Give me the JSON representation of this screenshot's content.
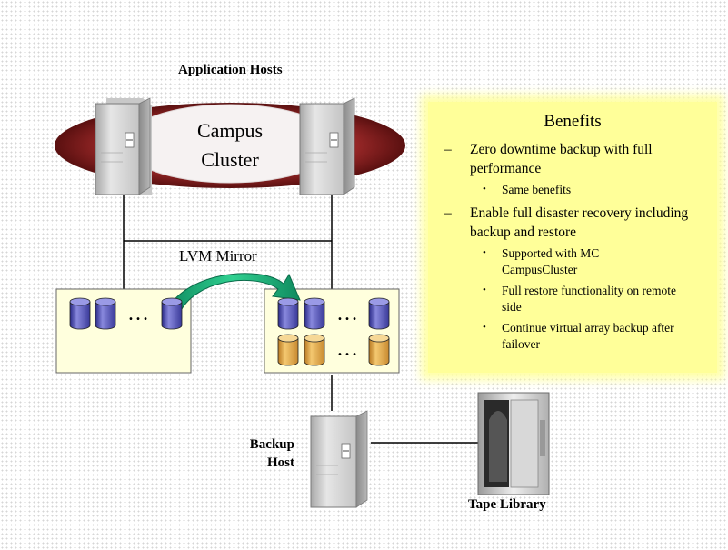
{
  "labels": {
    "application_hosts": "Application Hosts",
    "campus_line1": "Campus",
    "campus_line2": "Cluster",
    "lvm_mirror": "LVM Mirror",
    "ellipsis": "…",
    "backup_host_line1": "Backup",
    "backup_host_line2": "Host",
    "tape_library": "Tape Library"
  },
  "benefits": {
    "title": "Benefits",
    "dash": "–",
    "dot": "•",
    "items": [
      {
        "text": "Zero downtime backup with full performance",
        "sub": [
          "Same benefits"
        ]
      },
      {
        "text": "Enable full disaster recovery including backup and restore",
        "sub": [
          "Supported with MC CampusCluster",
          "Full restore functionality on remote side",
          "Continue virtual array backup after failover"
        ]
      }
    ]
  },
  "colors": {
    "cluster_ring": "#8b1a1a",
    "cluster_inner": "#f4f0f0",
    "disk_blue": "#5555bb",
    "disk_orange": "#e0a040",
    "arrow_green": "#1fae77",
    "benefits_bg": "#ffff99",
    "disk_box_bg": "#ffffdd"
  }
}
